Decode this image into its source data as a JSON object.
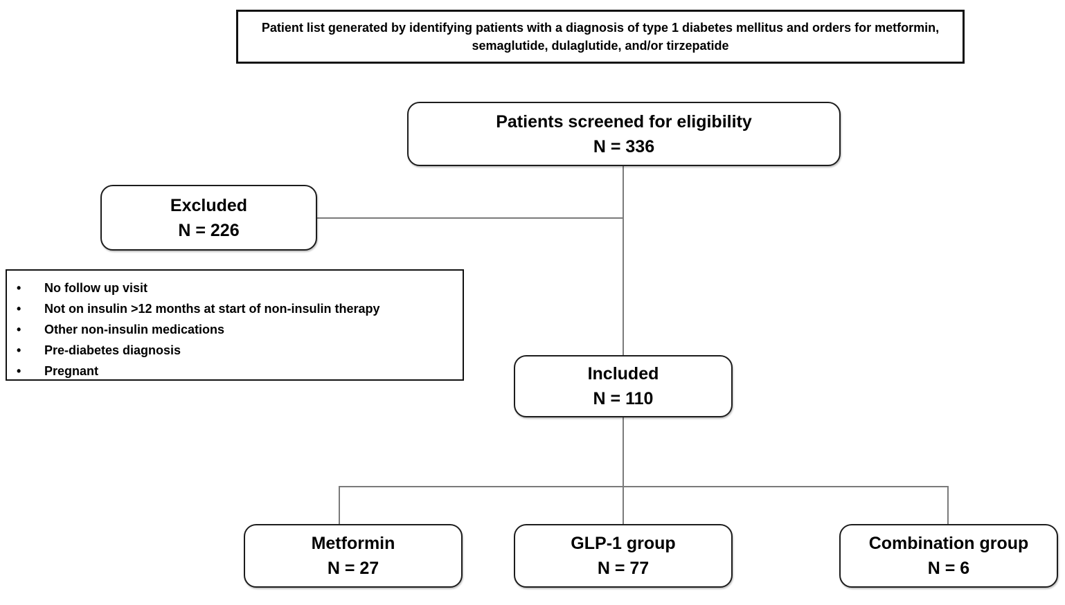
{
  "colors": {
    "background": "#ffffff",
    "box_border": "#1c1c1c",
    "note_border": "#111111",
    "connector": "#7a7a7a",
    "text": "#000000"
  },
  "top_note": {
    "text": "Patient list generated by identifying patients with a diagnosis of type 1 diabetes mellitus and orders for metformin, semaglutide, dulaglutide, and/or tirzepatide"
  },
  "screened": {
    "label": "Patients screened for eligibility",
    "count": "N = 336"
  },
  "excluded": {
    "label": "Excluded",
    "count": "N = 226"
  },
  "exclusion_reasons": [
    "No follow up visit",
    "Not on insulin >12 months at start of non-insulin therapy",
    "Other non-insulin medications",
    "Pre-diabetes diagnosis",
    "Pregnant"
  ],
  "included": {
    "label": "Included",
    "count": "N = 110"
  },
  "groups": [
    {
      "label": "Metformin",
      "count": "N = 27"
    },
    {
      "label": "GLP-1 group",
      "count": "N = 77"
    },
    {
      "label": "Combination group",
      "count": "N = 6"
    }
  ]
}
